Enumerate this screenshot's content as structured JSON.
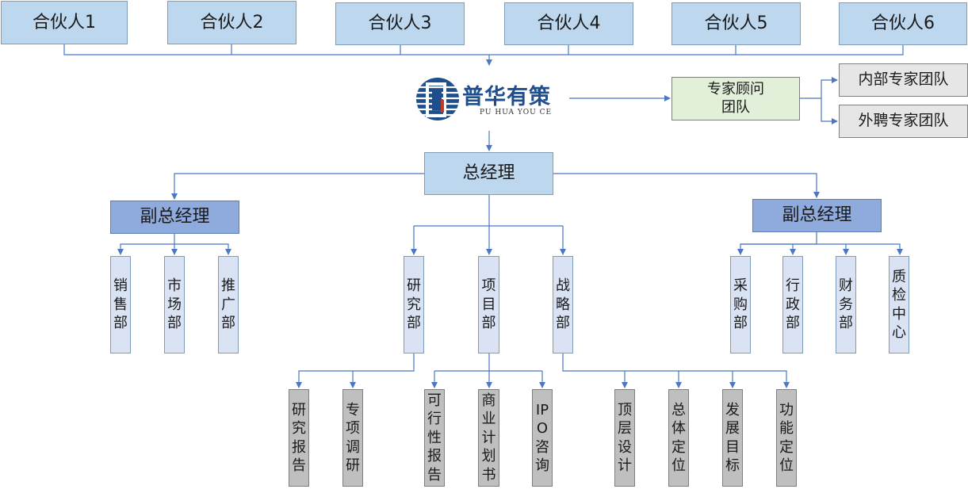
{
  "partners": [
    "合伙人1",
    "合伙人2",
    "合伙人3",
    "合伙人4",
    "合伙人5",
    "合伙人6"
  ],
  "logo": {
    "title": "普华有策",
    "subtitle": "PU HUA YOU CE"
  },
  "expert_team": "专家顾问团队",
  "internal_team": "内部专家团队",
  "external_team": "外聘专家团队",
  "general_manager": "总经理",
  "vp_left": "副总经理",
  "vp_right": "副总经理",
  "left_depts": [
    "销售部",
    "市场部",
    "推广部"
  ],
  "center_depts": [
    "研究部",
    "项目部",
    "战略部"
  ],
  "right_depts": [
    "采购部",
    "行政部",
    "财务部",
    "质检中心"
  ],
  "research_subs": [
    "研究报告",
    "专项调研"
  ],
  "project_subs": [
    "可行性报告",
    "商业计划书",
    "IPO咨询"
  ],
  "strategy_subs": [
    "顶层设计",
    "总体定位",
    "发展目标",
    "功能定位"
  ],
  "colors": {
    "line": "#4a78c4",
    "partner_fill": "#bdd7ee",
    "vp_fill": "#8faadc",
    "dept_fill": "#dae3f3",
    "sub_fill": "#bfbfbf",
    "expert_fill": "#e2efd9",
    "team_fill": "#e7e6e6",
    "logo_blue": "#1f4e8c",
    "logo_red": "#c0392b"
  }
}
